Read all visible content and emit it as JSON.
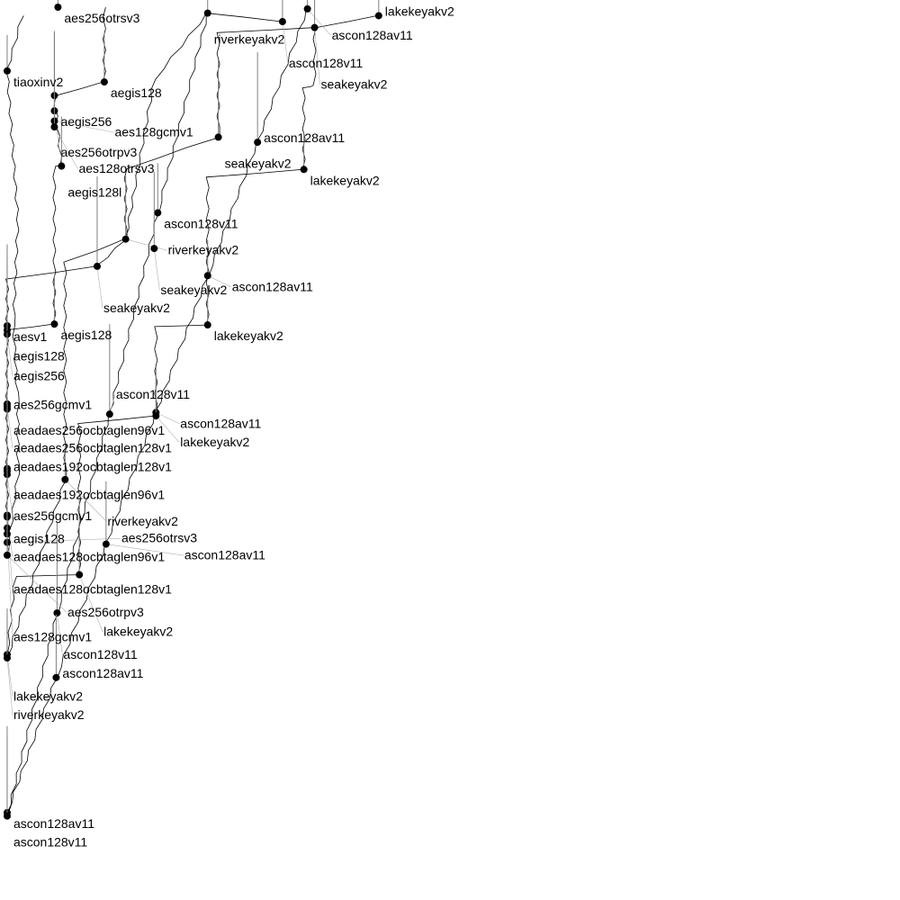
{
  "chart_data": {
    "type": "scatter",
    "title": "",
    "xlabel": "",
    "ylabel": "",
    "xlim": [
      0,
      100
    ],
    "ylim": [
      0,
      100
    ],
    "grid": false,
    "colors": {
      "points": "#000000",
      "lines": "#000000",
      "bars": "#808080"
    },
    "points": [
      {
        "label": "tiaoxinv2",
        "x": 0.3,
        "y": 92.5
      },
      {
        "label": "aegis128",
        "x": 11.2,
        "y": 91.2
      },
      {
        "label": "aegis256",
        "x": 5.6,
        "y": 89.6
      },
      {
        "label": "aes256otrpv3",
        "x": 5.6,
        "y": 87.8
      },
      {
        "label": "aes128gcmv1",
        "x": 5.6,
        "y": 86.6
      },
      {
        "label": "aes128otrsv3",
        "x": 5.6,
        "y": 85.9
      },
      {
        "label": "aegis128l",
        "x": 6.4,
        "y": 81.3
      },
      {
        "label": "riverkeyakv2",
        "x": 22.8,
        "y": 99.3
      },
      {
        "label": "ascon128v11",
        "x": 31.2,
        "y": 98.3
      },
      {
        "label": "ascon128av11",
        "x": 34.0,
        "y": 99.8
      },
      {
        "label": "lakekeyakv2",
        "x": 42.0,
        "y": 99.0
      },
      {
        "label": "seakeyakv2",
        "x": 34.8,
        "y": 97.6
      },
      {
        "label": "aes256otrsv3",
        "x": 6.0,
        "y": 100.0
      },
      {
        "label": "seakeyakv2",
        "x": 24.0,
        "y": 84.7
      },
      {
        "label": "ascon128av11",
        "x": 28.4,
        "y": 84.1
      },
      {
        "label": "lakekeyakv2",
        "x": 33.6,
        "y": 80.9
      },
      {
        "label": "ascon128v11",
        "x": 17.2,
        "y": 75.8
      },
      {
        "label": "riverkeyakv2",
        "x": 13.6,
        "y": 72.7
      },
      {
        "label": "seakeyakv2",
        "x": 16.8,
        "y": 71.6
      },
      {
        "label": "seakeyakv2",
        "x": 10.4,
        "y": 69.5
      },
      {
        "label": "ascon128av11",
        "x": 22.8,
        "y": 68.4
      },
      {
        "label": "aegis128",
        "x": 5.6,
        "y": 62.7
      },
      {
        "label": "aesv1",
        "x": 0.3,
        "y": 62.5
      },
      {
        "label": "aegis128",
        "x": 0.3,
        "y": 62.0
      },
      {
        "label": "aegis256",
        "x": 0.3,
        "y": 61.5
      },
      {
        "label": "lakekeyakv2",
        "x": 22.8,
        "y": 62.6
      },
      {
        "label": "aeadaes256ocbtaglen96v1",
        "x": 0.3,
        "y": 53.3
      },
      {
        "label": "aeadaes256ocbtaglen128v1",
        "x": 0.3,
        "y": 53.0
      },
      {
        "label": "aes256gcmv1",
        "x": 0.3,
        "y": 52.7
      },
      {
        "label": "ascon128v11",
        "x": 11.8,
        "y": 52.1
      },
      {
        "label": "ascon128av11",
        "x": 17.0,
        "y": 52.3
      },
      {
        "label": "lakekeyakv2",
        "x": 17.0,
        "y": 51.9
      },
      {
        "label": "aeadaes192ocbtaglen96v1",
        "x": 0.3,
        "y": 45.7
      },
      {
        "label": "aeadaes192ocbtaglen128v1",
        "x": 0.3,
        "y": 45.4
      },
      {
        "label": "aes256gcmv1",
        "x": 0.3,
        "y": 45.0
      },
      {
        "label": "riverkeyakv2",
        "x": 6.8,
        "y": 44.4
      },
      {
        "label": "aeadaes128ocbtaglen96v1",
        "x": 0.3,
        "y": 40.2
      },
      {
        "label": "aeadaes128ocbtaglen128v1",
        "x": 0.3,
        "y": 40.0
      },
      {
        "label": "aegis128",
        "x": 0.3,
        "y": 38.7
      },
      {
        "label": "aes128gcmv1",
        "x": 0.3,
        "y": 38.0
      },
      {
        "label": "aes256otrsv3",
        "x": 0.3,
        "y": 37.0
      },
      {
        "label": "aes256otrpv3",
        "x": 0.3,
        "y": 35.5
      },
      {
        "label": "ascon128av11",
        "x": 11.4,
        "y": 36.8
      },
      {
        "label": "lakekeyakv2",
        "x": 8.4,
        "y": 33.2
      },
      {
        "label": "ascon128v11",
        "x": 5.9,
        "y": 28.7
      },
      {
        "label": "lakekeyakv2",
        "x": 0.3,
        "y": 23.8
      },
      {
        "label": "riverkeyakv2",
        "x": 0.3,
        "y": 23.4
      },
      {
        "label": "ascon128av11",
        "x": 5.8,
        "y": 21.1
      },
      {
        "label": "ascon128av11",
        "x": 0.3,
        "y": 5.2
      },
      {
        "label": "ascon128v11",
        "x": 0.3,
        "y": 4.8
      }
    ],
    "lines": [
      {
        "name": "ascon128av11",
        "points": [
          [
            0.3,
            5.2
          ],
          [
            5.8,
            21.1
          ],
          [
            11.4,
            36.8
          ],
          [
            17.0,
            52.3
          ],
          [
            22.8,
            68.4
          ],
          [
            28.4,
            84.1
          ],
          [
            34.0,
            99.8
          ]
        ]
      },
      {
        "name": "ascon128v11",
        "points": [
          [
            0.3,
            4.8
          ],
          [
            5.9,
            28.7
          ],
          [
            11.8,
            52.1
          ],
          [
            17.2,
            75.8
          ],
          [
            22.8,
            99.3
          ],
          [
            31.2,
            98.3
          ]
        ]
      },
      {
        "name": "lakekeyakv2",
        "points": [
          [
            0.3,
            23.8
          ],
          [
            1.2,
            33.0
          ],
          [
            8.4,
            33.2
          ],
          [
            8.4,
            51.0
          ],
          [
            17.0,
            51.9
          ],
          [
            17.0,
            62.4
          ],
          [
            22.8,
            62.6
          ],
          [
            22.8,
            80.0
          ],
          [
            33.6,
            80.9
          ],
          [
            33.6,
            90.5
          ],
          [
            34.8,
            90.8
          ],
          [
            34.8,
            97.6
          ],
          [
            42.0,
            99.0
          ]
        ]
      },
      {
        "name": "seakeyakv2",
        "points": [
          [
            0.3,
            61.0
          ],
          [
            0.3,
            68.0
          ],
          [
            10.4,
            69.5
          ],
          [
            13.6,
            72.7
          ],
          [
            13.6,
            81.0
          ],
          [
            24.0,
            84.7
          ],
          [
            24.0,
            97.0
          ],
          [
            34.8,
            97.6
          ]
        ]
      },
      {
        "name": "riverkeyakv2",
        "points": [
          [
            0.3,
            23.4
          ],
          [
            6.8,
            44.4
          ],
          [
            6.8,
            70.0
          ],
          [
            13.6,
            72.7
          ],
          [
            16.8,
            91.5
          ],
          [
            22.8,
            99.3
          ]
        ]
      },
      {
        "name": "aegis",
        "points": [
          [
            0.3,
            38.7
          ],
          [
            0.3,
            62.0
          ],
          [
            5.6,
            62.7
          ],
          [
            5.6,
            81.3
          ],
          [
            6.4,
            81.3
          ],
          [
            5.6,
            89.6
          ],
          [
            11.2,
            91.2
          ],
          [
            11.2,
            100
          ]
        ]
      },
      {
        "name": "aes",
        "points": [
          [
            0.3,
            35.5
          ],
          [
            1.5,
            45.0
          ],
          [
            1.5,
            53.3
          ],
          [
            1.0,
            62.5
          ],
          [
            1.5,
            75.0
          ],
          [
            0.3,
            92.5
          ],
          [
            2.0,
            99.0
          ]
        ]
      }
    ]
  }
}
